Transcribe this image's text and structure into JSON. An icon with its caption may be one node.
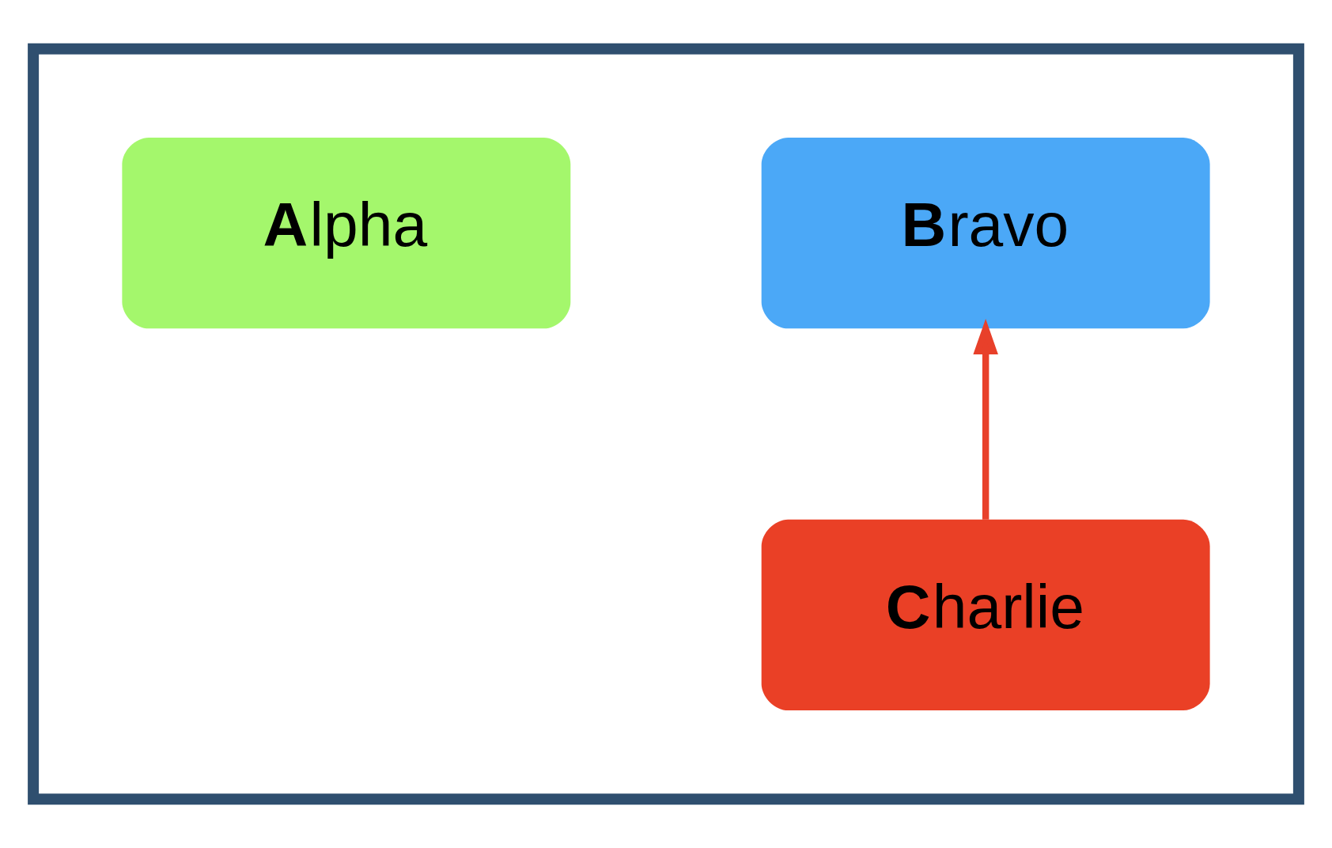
{
  "diagram": {
    "nodes": [
      {
        "text": [],
        "shape": "triangle"
      },
      {
        "text": [
          "**A**lpha"
        ],
        "in": 0
      },
      {
        "text": [
          "**B**ravo"
        ],
        "in": 0
      },
      {
        "text": [
          "**C**harlie"
        ],
        "in": 0
      }
    ],
    "edges": [
      {
        "from": 3,
        "to": 2,
        "arrow": "to",
        "color": "#e8402a"
      }
    ]
  }
}
